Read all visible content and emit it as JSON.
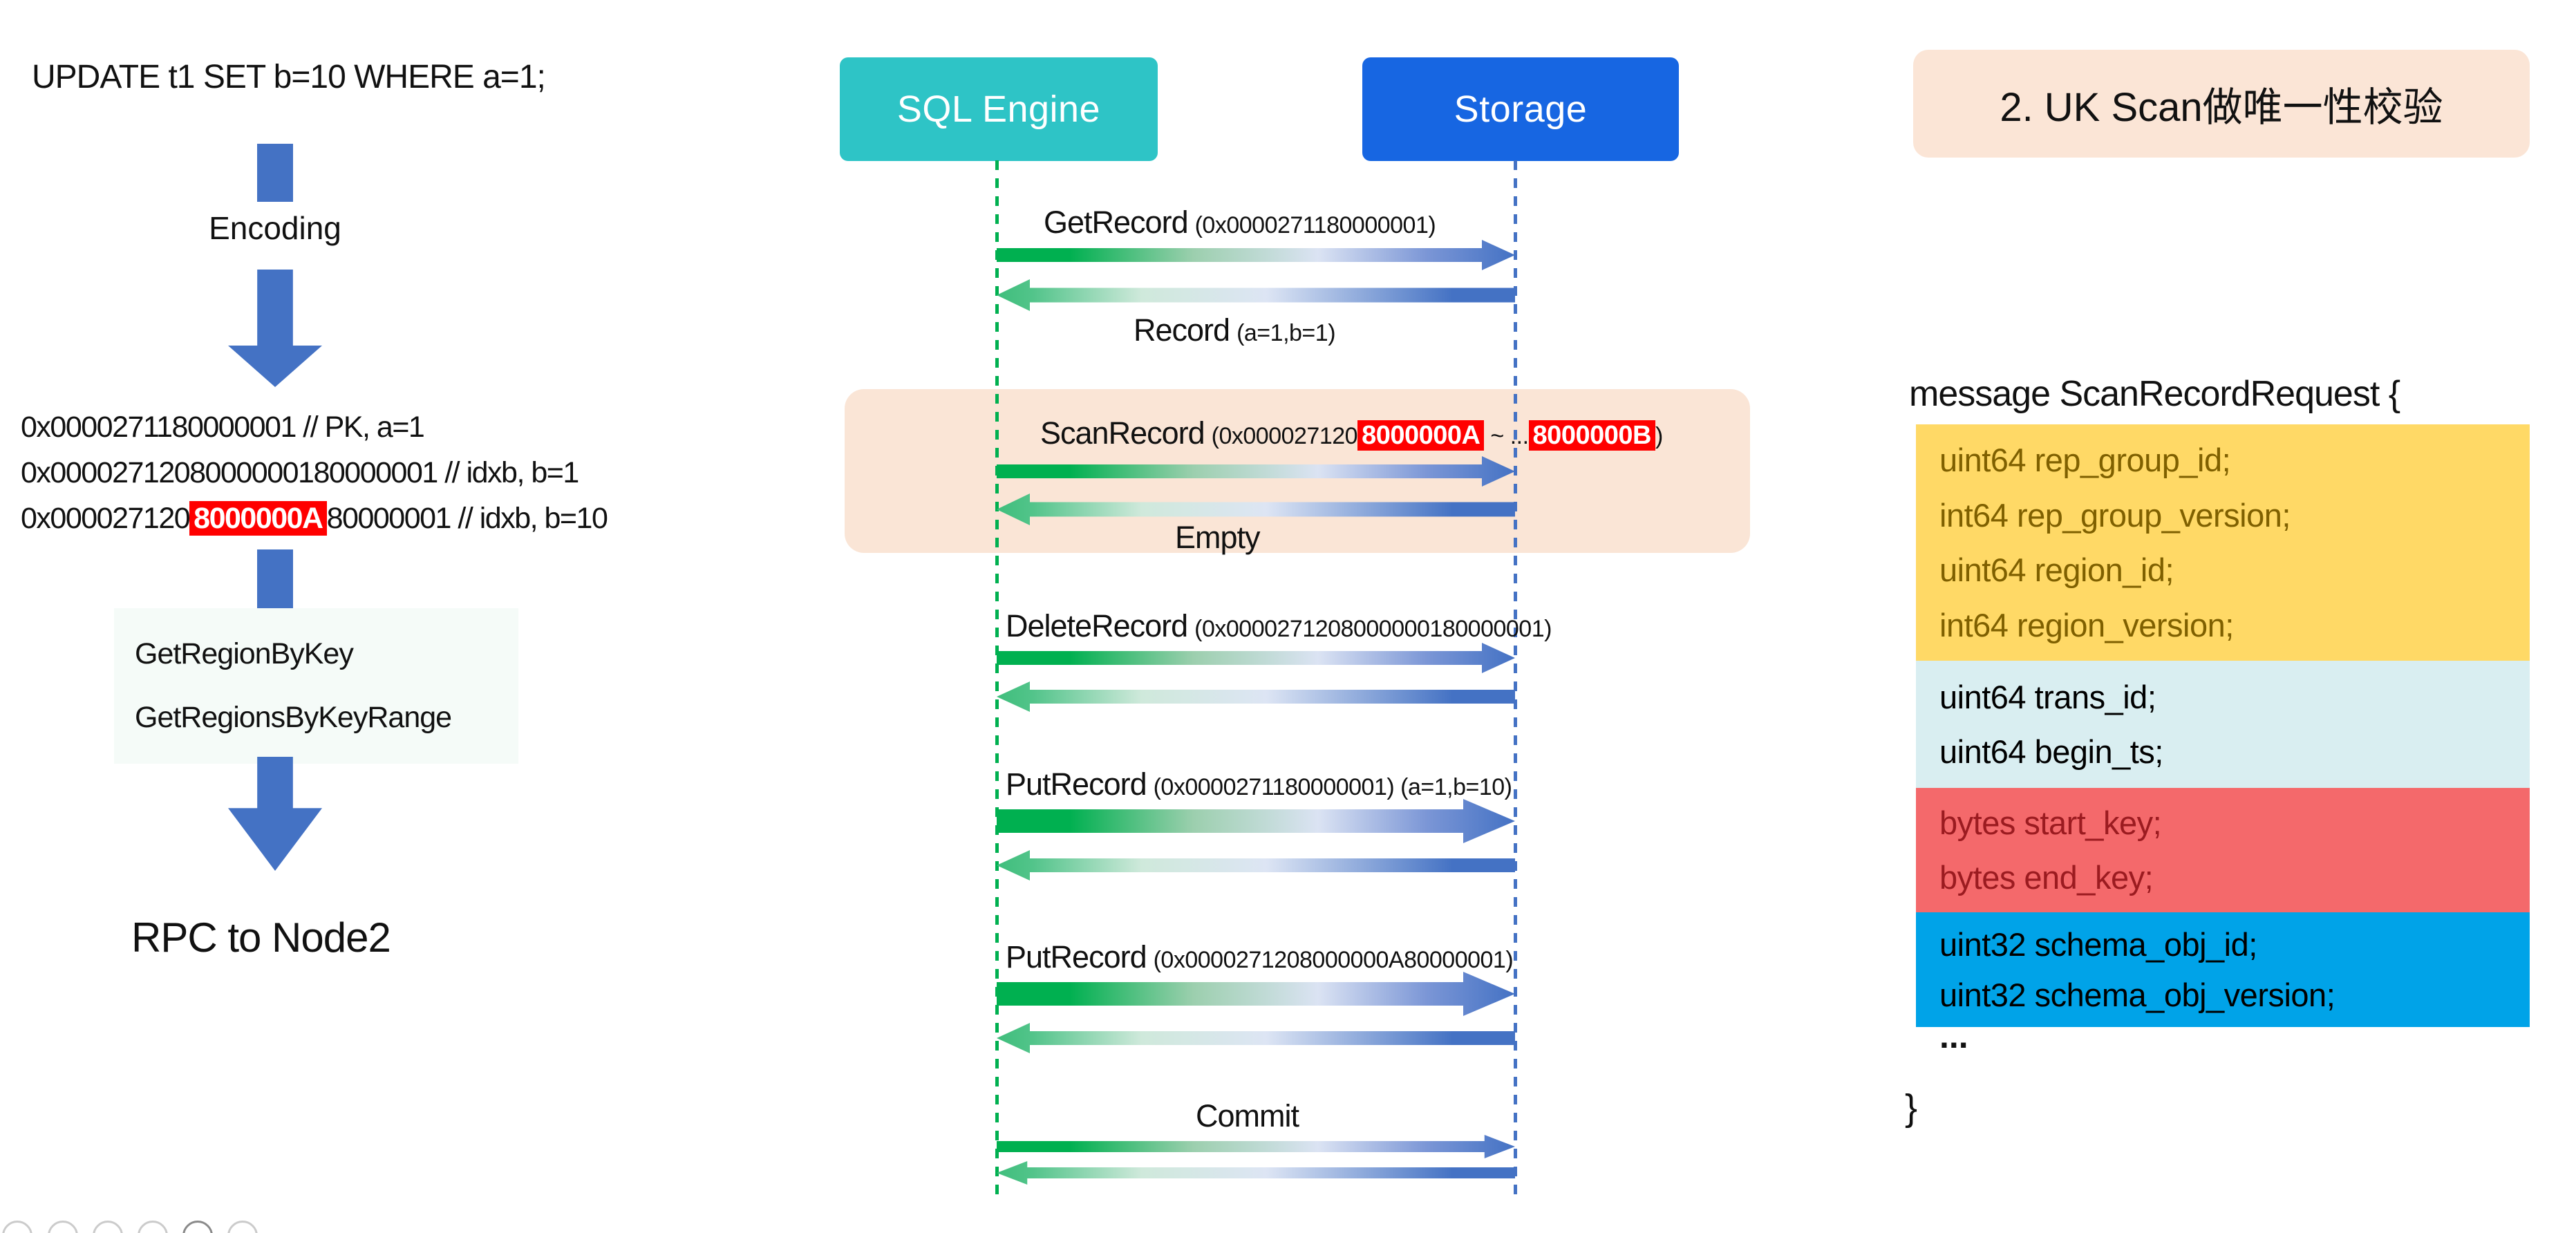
{
  "left_panel": {
    "sql_statement": "UPDATE t1 SET b=10 WHERE a=1;",
    "encoding_label": "Encoding",
    "hex_lines": [
      {
        "pre": "0x0000271180000001 // PK, a=1",
        "highlight": "",
        "post": ""
      },
      {
        "pre": "0x0000271208000000180000001 // idxb, b=1",
        "highlight": "",
        "post": ""
      },
      {
        "pre": "0x000027120",
        "highlight": "8000000A",
        "post": "80000001 // idxb, b=10"
      }
    ],
    "region_lookup_lines": [
      "GetRegionByKey",
      "GetRegionsByKeyRange"
    ],
    "rpc_label": "RPC to Node2"
  },
  "sequence": {
    "actors": [
      {
        "label": "SQL Engine",
        "color": "#2ec4c6"
      },
      {
        "label": "Storage",
        "color": "#1766e2"
      }
    ],
    "lifeline_colors": {
      "sql_engine": "#00b050",
      "storage": "#4472c4"
    },
    "highlight_band_color": "#fae5d6",
    "messages": [
      {
        "name": "GetRecord",
        "param_pre": "(0x0000271180000001)",
        "hl1": "",
        "mid": "",
        "hl2": "",
        "param_post": "",
        "reply_name": "Record",
        "reply_param": "(a=1,b=1)"
      },
      {
        "name": "ScanRecord",
        "param_pre": "(0x000027120",
        "hl1": "8000000A",
        "mid": " ~ ...",
        "hl2": "8000000B",
        "param_post": ")",
        "reply_name": "Empty",
        "reply_param": ""
      },
      {
        "name": "DeleteRecord",
        "param_pre": "(0x0000271208000000180000001)",
        "hl1": "",
        "mid": "",
        "hl2": "",
        "param_post": "",
        "reply_name": "",
        "reply_param": ""
      },
      {
        "name": "PutRecord",
        "param_pre": "(0x0000271180000001) (a=1,b=10)",
        "hl1": "",
        "mid": "",
        "hl2": "",
        "param_post": "",
        "reply_name": "",
        "reply_param": ""
      },
      {
        "name": "PutRecord",
        "param_pre": "(0x0000271208000000A80000001)",
        "hl1": "",
        "mid": "",
        "hl2": "",
        "param_post": "",
        "reply_name": "",
        "reply_param": ""
      },
      {
        "name": "Commit",
        "param_pre": "",
        "hl1": "",
        "mid": "",
        "hl2": "",
        "param_post": "",
        "reply_name": "",
        "reply_param": ""
      }
    ]
  },
  "right_panel": {
    "title": "2. UK Scan做唯一性校验",
    "message_header": "message ScanRecordRequest {",
    "field_groups": [
      {
        "color": "#ffd966",
        "text_color": "#7f6000",
        "fields": [
          "uint64 rep_group_id;",
          "int64 rep_group_version;",
          "uint64 region_id;",
          "int64 region_version;"
        ]
      },
      {
        "color": "#d9eef1",
        "text_color": "#000000",
        "fields": [
          "uint64 trans_id;",
          "uint64 begin_ts;"
        ]
      },
      {
        "color": "#f4696b",
        "text_color": "#9b1b20",
        "fields": [
          "bytes start_key;",
          "bytes end_key;"
        ]
      },
      {
        "color": "#00a3e8",
        "text_color": "#000000",
        "fields": [
          "uint32 schema_obj_id;",
          "uint32 schema_obj_version;"
        ]
      }
    ],
    "ellipsis": "...",
    "closing_brace": "}"
  },
  "accent_colors": {
    "office_blue": "#4472c4",
    "green": "#00b050",
    "red_highlight": "#ff0000"
  },
  "toolbar": {
    "icons": [
      "pointer-icon",
      "pen-icon",
      "grid-icon",
      "eye-icon",
      "circle-icon",
      "circle-icon"
    ]
  }
}
